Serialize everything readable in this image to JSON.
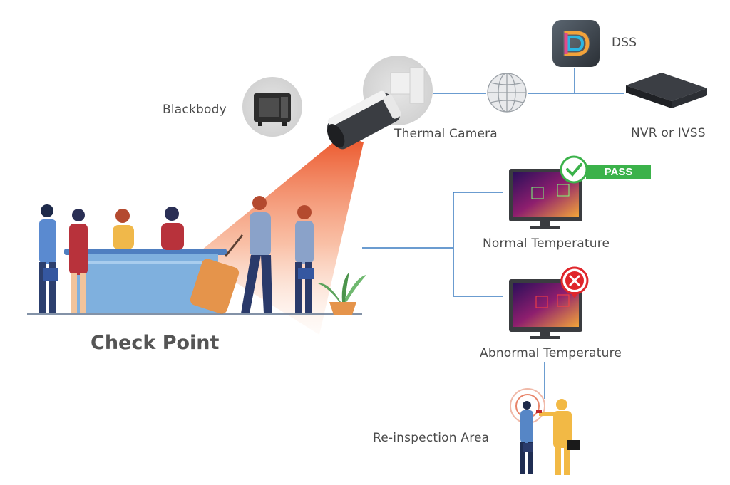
{
  "labels": {
    "dss": "DSS",
    "blackbody": "Blackbody",
    "thermal_camera": "Thermal Camera",
    "nvr": "NVR or IVSS",
    "normal_temp": "Normal Temperature",
    "abnormal_temp": "Abnormal Temperature",
    "reinspection": "Re-inspection Area",
    "check_point": "Check Point",
    "pass": "PASS"
  },
  "colors": {
    "line": "#3a7cc1",
    "pass_green": "#3bb24a",
    "fail_red": "#e0262b",
    "beam": "#f06a35",
    "desk_blue": "#6fa4d8"
  }
}
